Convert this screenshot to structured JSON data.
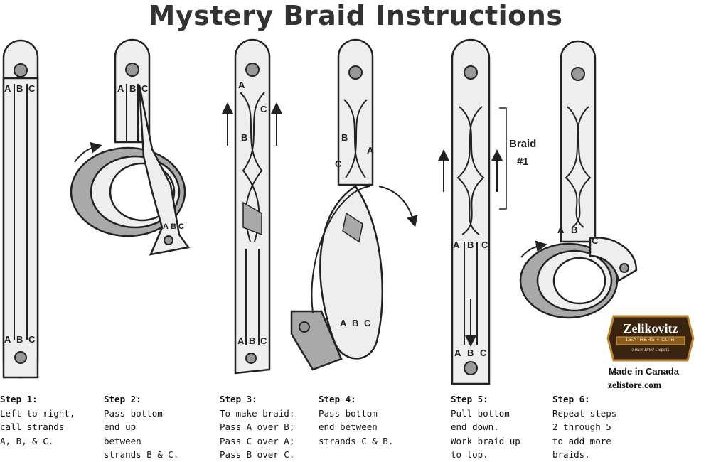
{
  "title": "Mystery Braid Instructions",
  "strand_letters": [
    "A",
    "B",
    "C"
  ],
  "steps": [
    {
      "heading": "Step 1:",
      "lines": [
        "Left to right,",
        "call strands",
        "A, B, & C."
      ]
    },
    {
      "heading": "Step 2:",
      "lines": [
        "Pass bottom",
        "end up",
        "between",
        "strands B & C."
      ]
    },
    {
      "heading": "Step 3:",
      "lines": [
        "To make braid:",
        "Pass A over B;",
        "Pass C over A;",
        "Pass B over C."
      ]
    },
    {
      "heading": "Step 4:",
      "lines": [
        "Pass bottom",
        "end between",
        "strands C & B."
      ]
    },
    {
      "heading": "Step 5:",
      "lines": [
        "Pull bottom",
        "end down.",
        "Work braid up",
        "to top."
      ]
    },
    {
      "heading": "Step 6:",
      "lines": [
        "Repeat steps",
        "2 through 5",
        "to add more",
        "braids."
      ]
    }
  ],
  "braid_label": {
    "line1": "Braid",
    "line2": "#1"
  },
  "logo": {
    "brand": "Zelikovitz",
    "sub": "LEATHERS ♦ CUIR",
    "since": "Since 1890 Depuis"
  },
  "made_in": "Made in Canada",
  "website": "zelistore.com",
  "colors": {
    "leather": "#eeeeee",
    "leather_dark": "#a9a9a9",
    "outline": "#222222",
    "logo_bg": "#3a2410",
    "logo_border": "#b8862e"
  }
}
